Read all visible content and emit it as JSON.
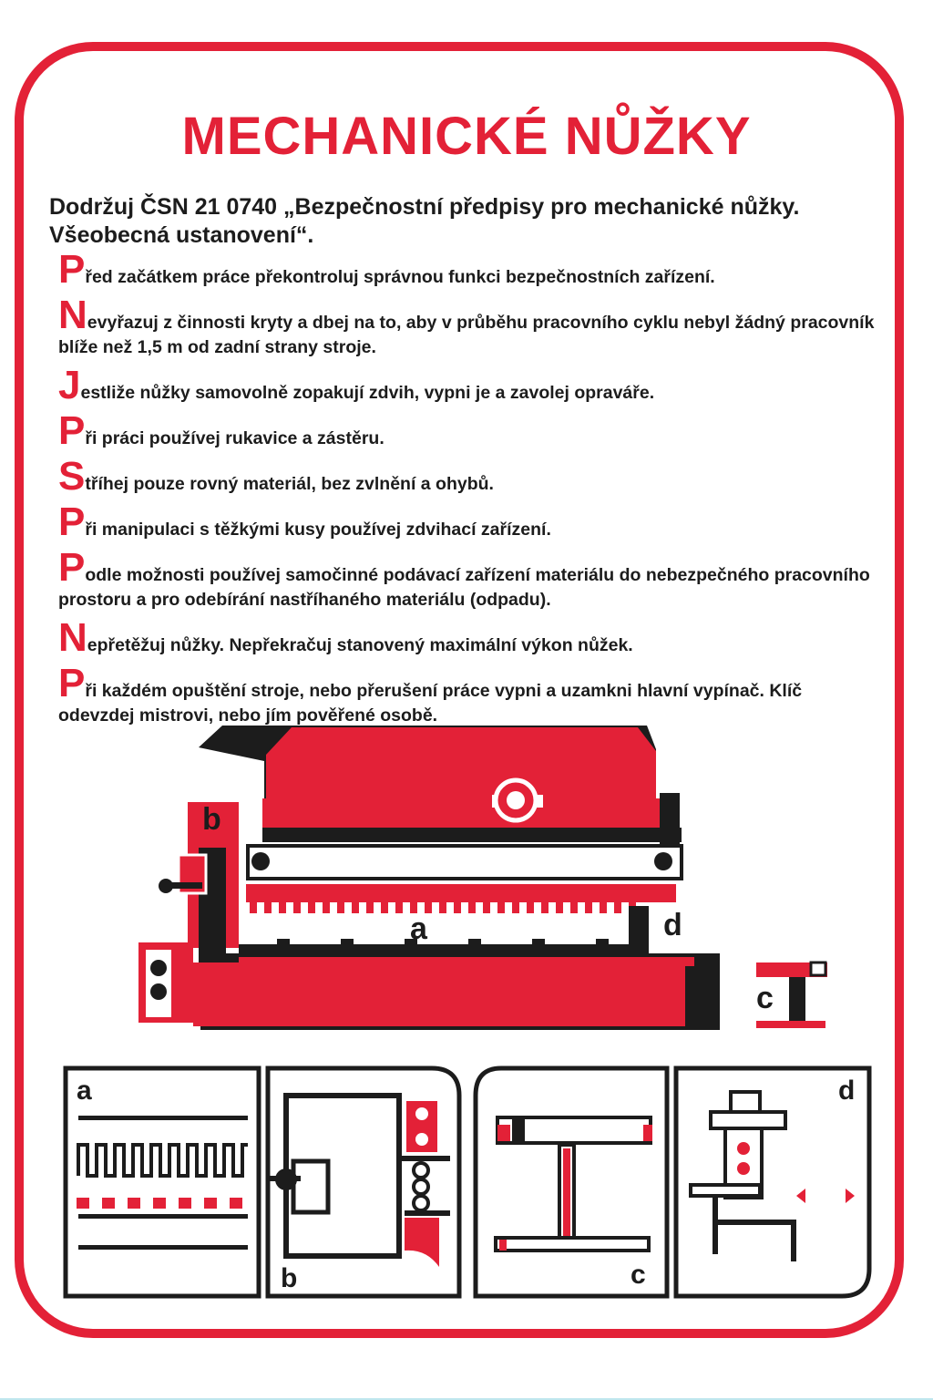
{
  "sign": {
    "title": "MECHANICKÉ NŮŽKY",
    "intro": "Dodržuj ČSN 21 0740 „Bezpečnostní předpisy pro mechanické nůžky. Všeobecná ustanovení“.",
    "rules": [
      {
        "initial": "P",
        "text": "řed začátkem práce překontroluj správnou funkci bezpečnostních zařízení."
      },
      {
        "initial": "N",
        "text": "evyřazuj z činnosti kryty a dbej na to, aby v průběhu pracovního cyklu nebyl žádný pracovník blíže než 1,5 m od zadní strany stroje."
      },
      {
        "initial": "J",
        "text": "estliže nůžky samovolně zopakují zdvih, vypni je a zavolej opraváře."
      },
      {
        "initial": "P",
        "text": "ři práci používej rukavice a zástěru."
      },
      {
        "initial": "S",
        "text": "tříhej pouze rovný materiál, bez zvlnění a ohybů."
      },
      {
        "initial": "P",
        "text": "ři manipulaci s těžkými kusy používej zdvihací zařízení."
      },
      {
        "initial": "P",
        "text": "odle možnosti používej samočinné podávací zařízení materiálu do nebezpečného pracovního prostoru a pro odebírání nastříhaného materiálu (odpadu)."
      },
      {
        "initial": "N",
        "text": "epřetěžuj nůžky. Nepřekračuj stanovený maximální výkon nůžek."
      },
      {
        "initial": "P",
        "text": "ři každém opuštění stroje, nebo přerušení práce vypni a uzamkni hlavní vypínač. Klíč odevzdej mistrovi, nebo jím pověřené osobě."
      }
    ]
  },
  "illustration": {
    "labels": {
      "a": "a",
      "b": "b",
      "c": "c",
      "d": "d"
    }
  },
  "colors": {
    "accent": "#e32137",
    "ink": "#1c1c1c"
  }
}
